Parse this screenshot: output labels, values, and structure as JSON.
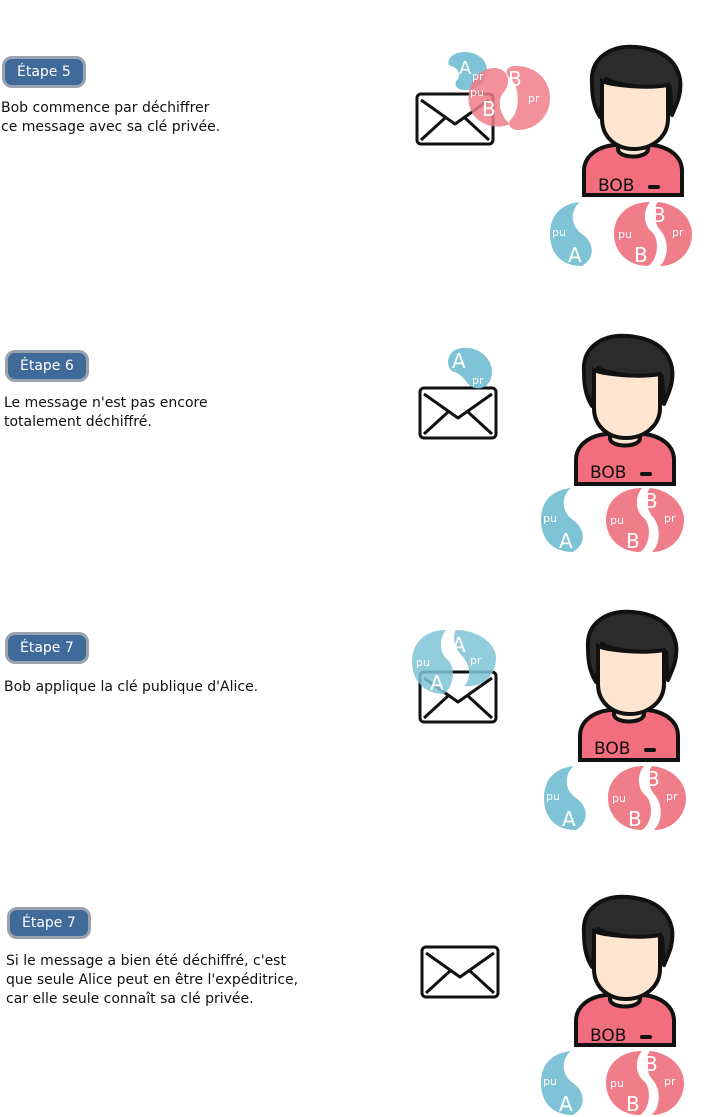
{
  "colors": {
    "badge_bg": "#3f6a9a",
    "badge_border": "#9aa3ad",
    "public_key": "#7ec4d6",
    "private_key": "#f07d8a",
    "bob_shirt": "#f26d7d",
    "bob_hair": "#2b2b2b",
    "bob_skin": "#fde5cf"
  },
  "icons": [
    "envelope-icon",
    "bob-avatar-icon",
    "alice-key-icon",
    "bob-key-icon"
  ],
  "person": {
    "name": "BOB"
  },
  "key_labels": {
    "public": "pu",
    "private": "pr",
    "alice": "A",
    "bob": "B"
  },
  "steps": [
    {
      "badge": "Étape 5",
      "lines": [
        "Bob commence par déchiffrer",
        "ce message avec sa clé privée."
      ]
    },
    {
      "badge": "Étape 6",
      "lines": [
        "Le message n'est pas encore",
        "totalement déchiffré."
      ]
    },
    {
      "badge": "Étape 7",
      "lines": [
        "Bob applique la clé publique d'Alice."
      ]
    },
    {
      "badge": "Étape 7",
      "lines": [
        "Si le message a bien été déchiffré, c'est",
        "que seule Alice peut en être l'expéditrice,",
        "car elle seule connaît sa clé privée."
      ]
    }
  ]
}
